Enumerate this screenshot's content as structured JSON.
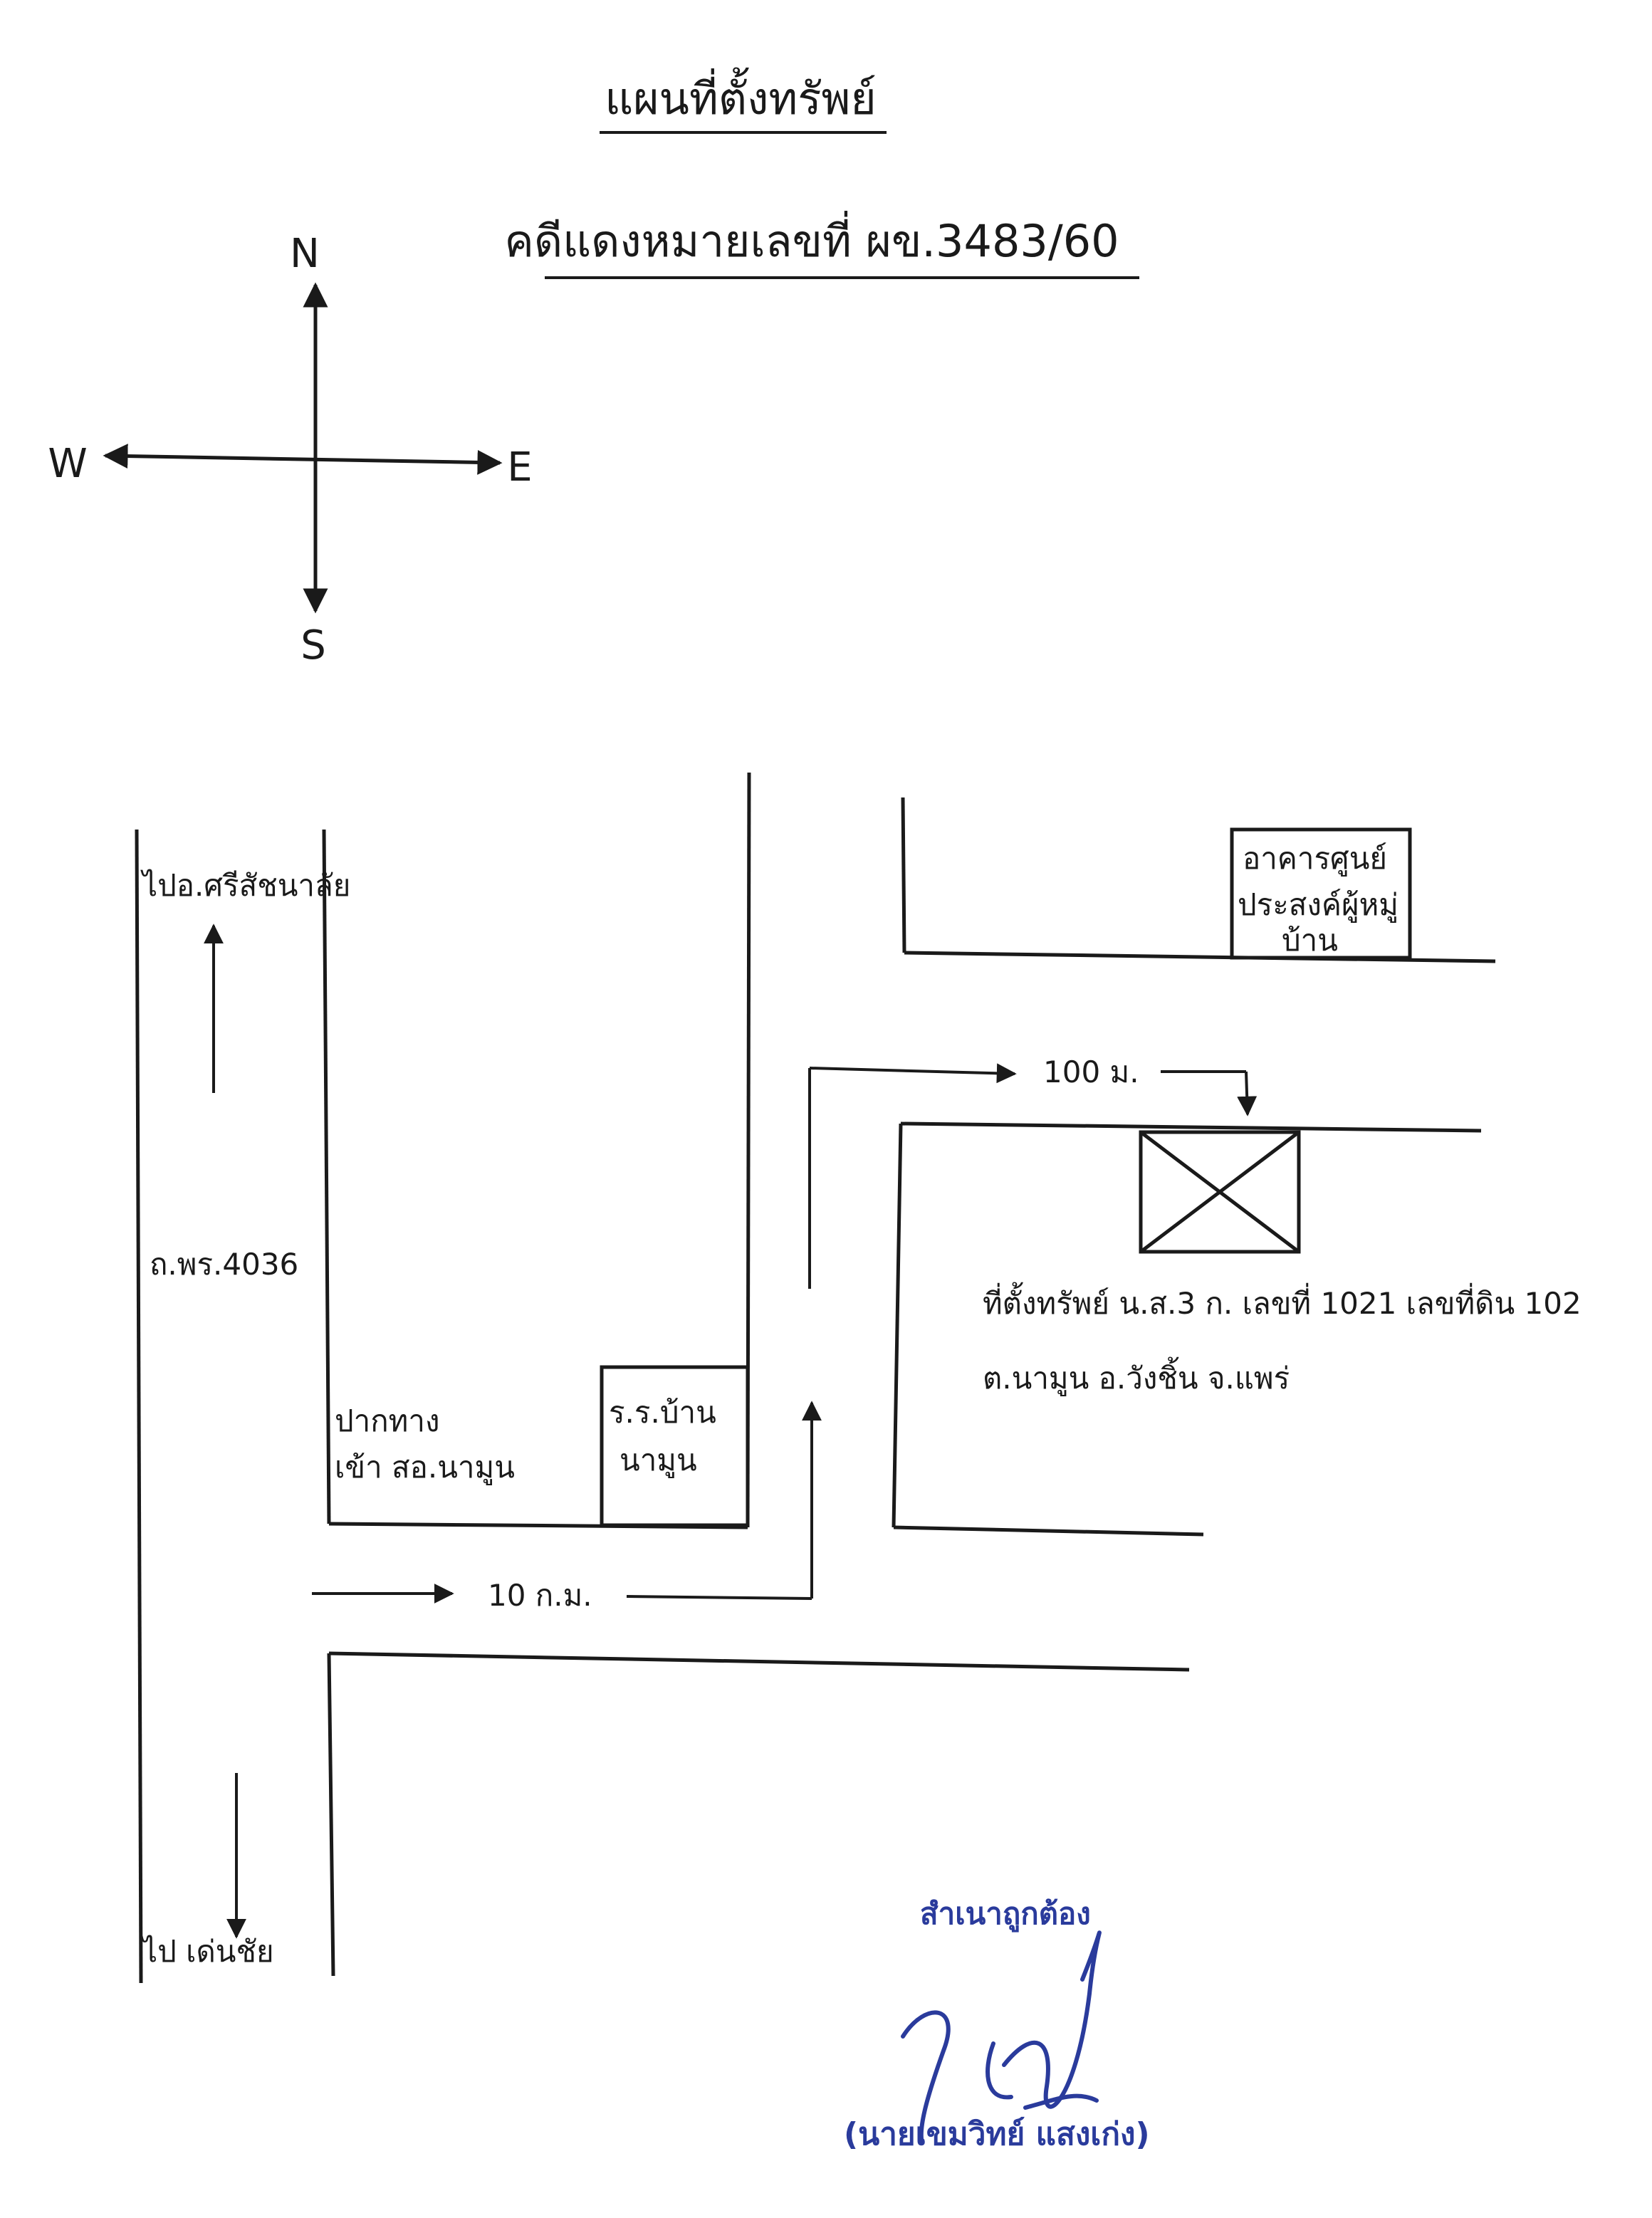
{
  "title": "แผนที่ตั้งทรัพย์",
  "subtitle": "คดีแดงหมายเลขที่ ผข.3483/60",
  "compass": {
    "north": "N",
    "south": "S",
    "east": "E",
    "west": "W"
  },
  "labels": {
    "to_si_satchanalai": "ไปอ.ศรีสัชนาลัย",
    "road_name": "ถ.พร.4036",
    "junction_line1": "ปากทาง",
    "junction_line2": "เข้า สอ.นามูน",
    "school_line1": "ร.ร.บ้าน",
    "school_line2": "นามูน",
    "building_line1": "อาคารศูนย์",
    "building_line2": "ประสงค์ผู้หมู่",
    "building_line3": "บ้าน",
    "distance_100m": "100 ม.",
    "distance_10km": "10 ก.ม.",
    "property_line1": "ที่ตั้งทรัพย์ น.ส.3 ก. เลขที่ 1021 เลขที่ดิน 102",
    "property_line2": "ต.นามูน อ.วังชิ้น จ.แพร่",
    "to_den_chai": "ไป เด่นชัย"
  },
  "certification": {
    "label": "สำเนาถูกต้อง",
    "name": "(นายเขมวิทย์ แสงเก่ง)"
  },
  "colors": {
    "ink": "#1a1a1a",
    "stamp": "#2a3b9c"
  }
}
